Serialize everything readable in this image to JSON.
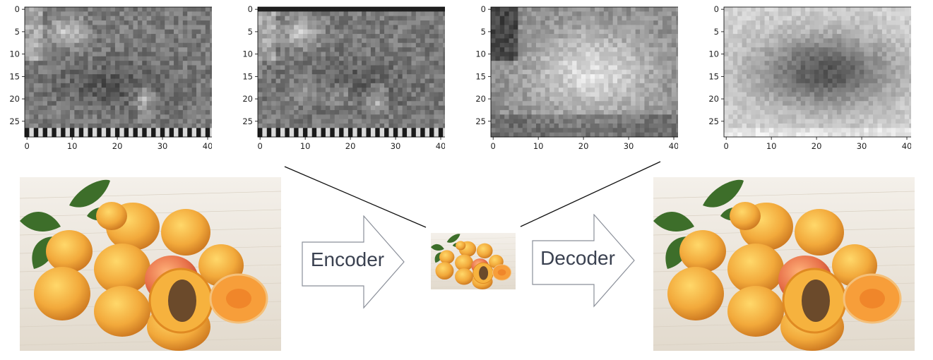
{
  "heatmaps": [
    {
      "name": "feature-map-1",
      "variant": 0
    },
    {
      "name": "feature-map-2",
      "variant": 1
    },
    {
      "name": "feature-map-3",
      "variant": 2
    },
    {
      "name": "feature-map-4",
      "variant": 3
    }
  ],
  "axes": {
    "x_ticks": [
      "0",
      "10",
      "20",
      "30",
      "40"
    ],
    "y_ticks": [
      "0",
      "5",
      "10",
      "15",
      "20",
      "25"
    ],
    "x_range": [
      0,
      42
    ],
    "y_range": [
      0,
      28
    ],
    "colormap": "grayscale"
  },
  "encoder": {
    "label": "Encoder"
  },
  "decoder": {
    "label": "Decoder"
  },
  "images": {
    "input": "apricots-original",
    "latent": "apricots-compressed",
    "output": "apricots-reconstructed"
  },
  "colors": {
    "arrow_stroke": "#8a8f99",
    "label_text": "#3a4150",
    "apricot": "#f2a93b",
    "leaf": "#3d6e2a",
    "wood": "#ece6dc"
  }
}
